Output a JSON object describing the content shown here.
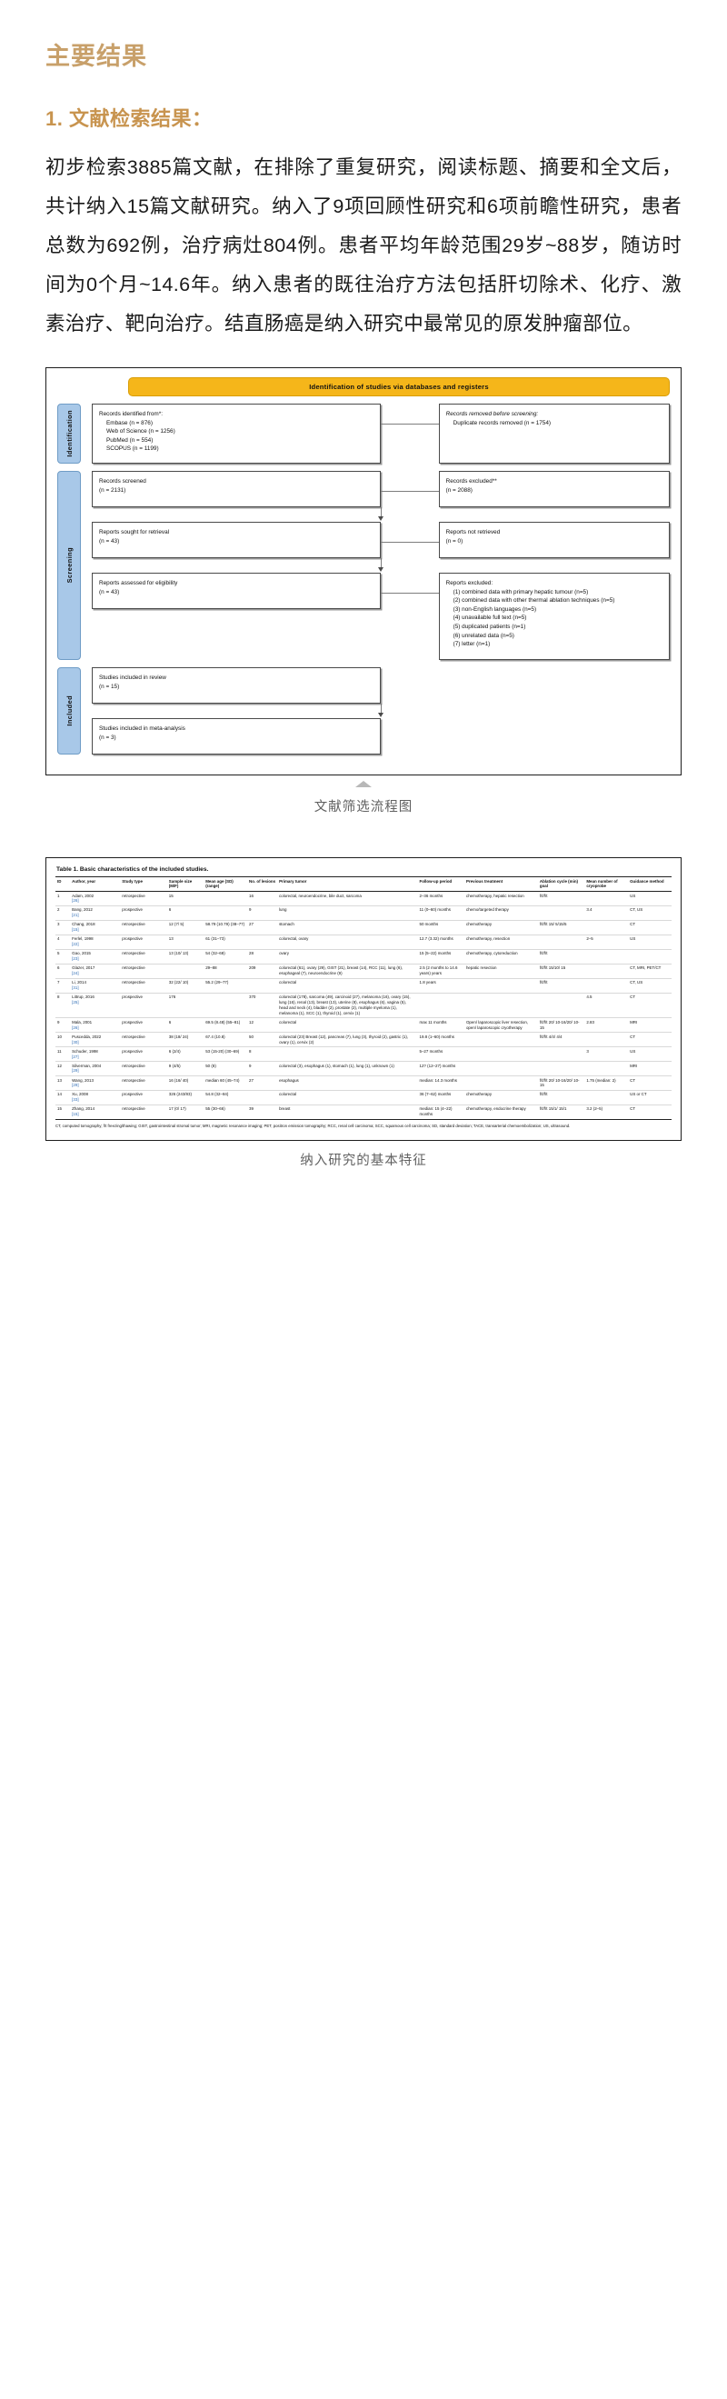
{
  "article": {
    "heading": "主要结果",
    "section_heading": "1. 文献检索结果：",
    "paragraph": "初步检索3885篇文献，在排除了重复研究，阅读标题、摘要和全文后，共计纳入15篇文献研究。纳入了9项回顾性研究和6项前瞻性研究，患者总数为692例，治疗病灶804例。患者平均年龄范围29岁~88岁，随访时间为0个月~14.6年。纳入患者的既往治疗方法包括肝切除术、化疗、激素治疗、靶向治疗。结直肠癌是纳入研究中最常见的原发肿瘤部位。"
  },
  "figure1": {
    "caption": "文献筛选流程图",
    "title_bar": "Identification of studies via databases and registers",
    "side_labels": [
      "Identification",
      "Screening",
      "Included"
    ],
    "boxes": {
      "identified_label": "Records identified from*:",
      "identified_sources": [
        "Embase (n = 876)",
        "Web of Science (n = 1256)",
        "PubMed (n = 554)",
        "SCOPUS (n = 1199)"
      ],
      "removed_label": "Records removed before screening:",
      "removed_items": [
        "Duplicate records removed (n = 1754)"
      ],
      "screened": "Records screened",
      "screened_n": "(n = 2131)",
      "excluded": "Records excluded**",
      "excluded_n": "(n = 2088)",
      "sought": "Reports sought for retrieval",
      "sought_n": "(n = 43)",
      "not_retrieved": "Reports not retrieved",
      "not_retrieved_n": "(n = 0)",
      "assessed": "Reports assessed for eligibility",
      "assessed_n": "(n = 43)",
      "reports_excluded_label": "Reports excluded:",
      "reports_excluded_items": [
        "(1) combined data with primary hepatic tumour (n=5)",
        "(2) combined data with other thermal ablation techniques (n=5)",
        "(3) non-English languages (n=5)",
        "(4) unavailable full text (n=5)",
        "(5) duplicated patients (n=1)",
        "(6) unrelated data (n=5)",
        "(7) letter (n=1)"
      ],
      "included_review": "Studies included in review",
      "included_review_n": "(n = 15)",
      "included_meta": "Studies included in meta-analysis",
      "included_meta_n": "(n = 3)"
    }
  },
  "figure2": {
    "caption": "纳入研究的基本特征",
    "title": "Table 1.  Basic characteristics of the included studies.",
    "columns": [
      "ID",
      "Author, year",
      "Study type",
      "Sample size (M/F)",
      "Mean age (SD) (range)",
      "No. of lesions",
      "Primary tumor",
      "Follow-up period",
      "Previous treatment",
      "Ablation cycle (min) goal",
      "Mean number of cryoprobe",
      "Guidance method"
    ],
    "rows": [
      {
        "id": "1",
        "author": "Adam, 2002",
        "ref": "[26]",
        "type": "retrospective",
        "sample": "15",
        "age": "",
        "lesions": "16",
        "tumor": "colorectal, neuroendocrine, bile duct, sarcoma",
        "followup": "2–36 months",
        "previous": "chemotherapy, hepatic resection",
        "cycle": "f/t/f/t",
        "probes": "",
        "guidance": "US"
      },
      {
        "id": "2",
        "author": "Bang, 2012",
        "ref": "[21]",
        "type": "prospective",
        "sample": "6",
        "age": "",
        "lesions": "9",
        "tumor": "lung",
        "followup": "11 (0–60) months",
        "previous": "chemo/targeted therapy",
        "cycle": "",
        "probes": "3.4",
        "guidance": "CT, US"
      },
      {
        "id": "3",
        "author": "Chang, 2018",
        "ref": "[15]",
        "type": "retrospective",
        "sample": "12 (7/ 5)",
        "age": "58.79 (10.79) (38–77)",
        "lesions": "27",
        "tumor": "stomach",
        "followup": "50 months",
        "previous": "chemotherapy",
        "cycle": "f/t/f/t 15/ 5/15/5",
        "probes": "",
        "guidance": "CT"
      },
      {
        "id": "4",
        "author": "Ferlel, 1998",
        "ref": "[22]",
        "type": "prospective",
        "sample": "13",
        "age": "61 (31–73)",
        "lesions": "",
        "tumor": "colorectal, ovary",
        "followup": "12.7 (3.32) months",
        "previous": "chemotherapy, resection",
        "cycle": "",
        "probes": "2–5",
        "guidance": "US"
      },
      {
        "id": "5",
        "author": "Gao, 2015",
        "ref": "[23]",
        "type": "retrospective",
        "sample": "13 (10/ 13)",
        "age": "54 (32–68)",
        "lesions": "28",
        "tumor": "ovary",
        "followup": "15 (5–22) months",
        "previous": "chemotherapy, cytoreduction",
        "cycle": "f/t/f/t",
        "probes": "",
        "guidance": ""
      },
      {
        "id": "6",
        "author": "Glazer, 2017",
        "ref": "[24]",
        "type": "retrospective",
        "sample": "",
        "age": "29–88",
        "lesions": "209",
        "tumor": "colorectal (61), ovary (29), GIST (21), breast (14), RCC (11), lung (6), esophageal (7), neuroendocrine (9)",
        "followup": "2.5 (2 months to 14.6 years) years",
        "previous": "hepatic resection",
        "cycle": "f/t/f/t 15/10/ 15",
        "probes": "",
        "guidance": "CT, MRI, PET/CT"
      },
      {
        "id": "7",
        "author": "Li, 2014",
        "ref": "[31]",
        "type": "retrospective",
        "sample": "32 (22/ 10)",
        "age": "55.2 (29–77)",
        "lesions": "",
        "tumor": "colorectal",
        "followup": "1.8 years",
        "previous": "",
        "cycle": "f/t/f/t",
        "probes": "",
        "guidance": "CT, US"
      },
      {
        "id": "8",
        "author": "Littrup, 2016",
        "ref": "[25]",
        "type": "prospective",
        "sample": "176",
        "age": "",
        "lesions": "370",
        "tumor": "colorectal (178), sarcoma (49), carcinoid (27), melanoma (16), ovary (15), lung (16), renal (13), breast (13), uterine (8), esophagus (6), vagina (5), head and neck (4), bladder (2), prostate (2), multiple myeloma (1), melanoma (1), SCC (1), thyroid (1), cervix (1)",
        "followup": "",
        "previous": "",
        "cycle": "",
        "probes": "4.5",
        "guidance": "CT"
      },
      {
        "id": "9",
        "author": "Mala, 2001",
        "ref": "[26]",
        "type": "prospective",
        "sample": "6",
        "age": "69.5 (8.48) (55–81)",
        "lesions": "12",
        "tumor": "colorectal",
        "followup": "max 11 months",
        "previous": "Open/ laparoscopic liver resection, open/ laparoscopic cryotherapy",
        "cycle": "f/t/f/t 20/ 10-16/20/ 10-15",
        "probes": "2.83",
        "guidance": "MRI"
      },
      {
        "id": "10",
        "author": "Puscedda, 2022",
        "ref": "[30]",
        "type": "retrospective",
        "sample": "38 (18/ 24)",
        "age": "67.4 (10.8)",
        "lesions": "50",
        "tumor": "colorectal (23) Breast (12), pancreas (7), lung (3), thyroid (2), gastric (1), ovary (1), cervix (2)",
        "followup": "19.8 (1–60) months",
        "previous": "",
        "cycle": "f/t/f/t 4/4/ 4/4",
        "probes": "",
        "guidance": "CT"
      },
      {
        "id": "11",
        "author": "Schuder, 1998",
        "ref": "[27]",
        "type": "prospective",
        "sample": "6 (2/4)",
        "age": "53 (15-20) (30–69)",
        "lesions": "8",
        "tumor": "",
        "followup": "5–27 months",
        "previous": "",
        "cycle": "",
        "probes": "3",
        "guidance": "US"
      },
      {
        "id": "12",
        "author": "Silverman, 2004",
        "ref": "[29]",
        "type": "retrospective",
        "sample": "9 (4/5)",
        "age": "50 (8)",
        "lesions": "9",
        "tumor": "colorectal (3), esophagus (1), stomach (1), lung (1), unknown (1)",
        "followup": "12? (12–27) months",
        "previous": "",
        "cycle": "",
        "probes": "",
        "guidance": "MRI"
      },
      {
        "id": "13",
        "author": "Wang, 2013",
        "ref": "[29]",
        "type": "retrospective",
        "sample": "16 (16/ 40)",
        "age": "median 60 (45–74)",
        "lesions": "27",
        "tumor": "esophagus",
        "followup": "median: 14.3 months",
        "previous": "",
        "cycle": "f/t/f/t 20/ 10-16/20/ 10-15",
        "probes": "1.75 (median: 2)",
        "guidance": "CT"
      },
      {
        "id": "14",
        "author": "Xu, 2008",
        "ref": "[33]",
        "type": "prospective",
        "sample": "326 (243/83)",
        "age": "54.8 (32–84)",
        "lesions": "",
        "tumor": "colorectal",
        "followup": "36 (7–62) months",
        "previous": "chemotherapy",
        "cycle": "f/t/f/t",
        "probes": "",
        "guidance": "US or CT"
      },
      {
        "id": "15",
        "author": "Zhang, 2014",
        "ref": "[15]",
        "type": "retrospective",
        "sample": "17 (0/ 17)",
        "age": "55 (30–66)",
        "lesions": "39",
        "tumor": "breast",
        "followup": "median: 15 (4–22) months",
        "previous": "chemotherapy, endocrine therapy",
        "cycle": "f/t/f/t 15/1/ 15/1",
        "probes": "3.2 (2–5)",
        "guidance": "CT"
      }
    ],
    "footnote": "CT, computed tomography; f/t freezing/thawing; GIST, gastrointestinal stromal tumor; MRI, magnetic resonance imaging; PET, positron emission tomography; RCC, renal cell carcinoma; SCC, squamous cell carcinoma; SD, standard deviation; TACE, transarterial chemoembolization; US, ultrasound."
  }
}
